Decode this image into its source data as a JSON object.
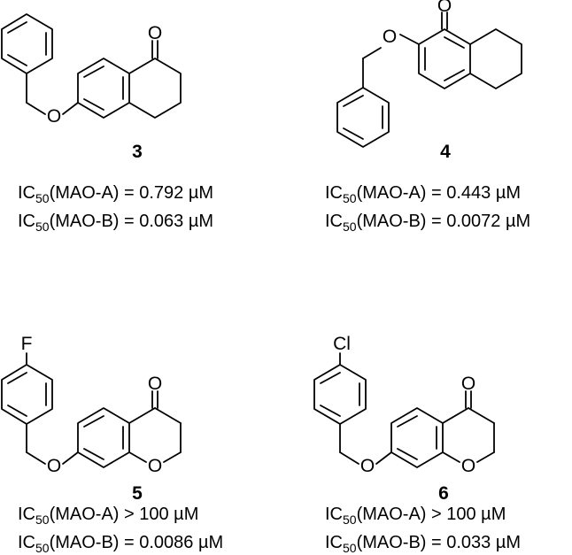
{
  "compounds": [
    {
      "number": "3",
      "atoms": [
        "O",
        "O"
      ],
      "ic50": [
        {
          "prefix": "IC",
          "sub": "50",
          "rest": "(MAO-A) = 0.792 µM"
        },
        {
          "prefix": "IC",
          "sub": "50",
          "rest": "(MAO-B) = 0.063 µM"
        }
      ]
    },
    {
      "number": "4",
      "atoms": [
        "O",
        "O"
      ],
      "ic50": [
        {
          "prefix": "IC",
          "sub": "50",
          "rest": "(MAO-A) = 0.443 µM"
        },
        {
          "prefix": "IC",
          "sub": "50",
          "rest": "(MAO-B) = 0.0072 µM"
        }
      ]
    },
    {
      "number": "5",
      "atoms": [
        "F",
        "O",
        "O",
        "O"
      ],
      "ic50": [
        {
          "prefix": "IC",
          "sub": "50",
          "rest": "(MAO-A) > 100 µM"
        },
        {
          "prefix": "IC",
          "sub": "50",
          "rest": "(MAO-B) = 0.0086 µM"
        }
      ]
    },
    {
      "number": "6",
      "atoms": [
        "Cl",
        "O",
        "O",
        "O"
      ],
      "ic50": [
        {
          "prefix": "IC",
          "sub": "50",
          "rest": "(MAO-A) > 100 µM"
        },
        {
          "prefix": "IC",
          "sub": "50",
          "rest": "(MAO-B) = 0.033 µM"
        }
      ]
    }
  ]
}
